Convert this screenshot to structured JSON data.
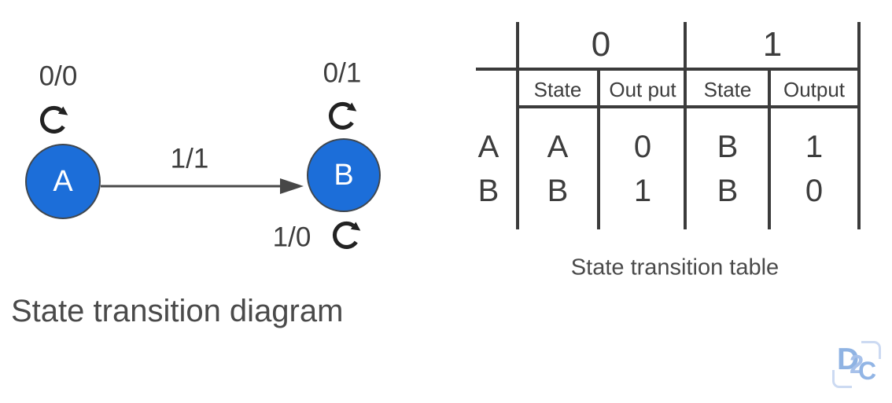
{
  "diagram": {
    "caption": "State transition diagram",
    "nodes": [
      {
        "label": "A"
      },
      {
        "label": "B"
      }
    ],
    "self_loops": [
      {
        "node": "A",
        "position": "top",
        "label": "0/0"
      },
      {
        "node": "B",
        "position": "top",
        "label": "0/1"
      },
      {
        "node": "B",
        "position": "bottom-right",
        "label": "1/0"
      }
    ],
    "edge": {
      "from": "A",
      "to": "B",
      "label": "1/1"
    },
    "colors": {
      "node_fill": "#1c6ed9",
      "node_text": "#ffffff",
      "arrow": "#4a4a4a",
      "loop_icon": "#222222",
      "label_text": "#3d3d3d"
    }
  },
  "table": {
    "caption": "State transition table",
    "input_headers": [
      "0",
      "1"
    ],
    "sub_headers": [
      "State",
      "Out put",
      "State",
      "Output"
    ],
    "row_labels": [
      "A",
      "B"
    ],
    "rows": [
      [
        "A",
        "0",
        "B",
        "1"
      ],
      [
        "B",
        "1",
        "B",
        "0"
      ]
    ],
    "line_color": "#3b3b3b"
  },
  "logo": {
    "letters": [
      "D",
      "2",
      "C"
    ],
    "color": "#8fb3e3"
  }
}
